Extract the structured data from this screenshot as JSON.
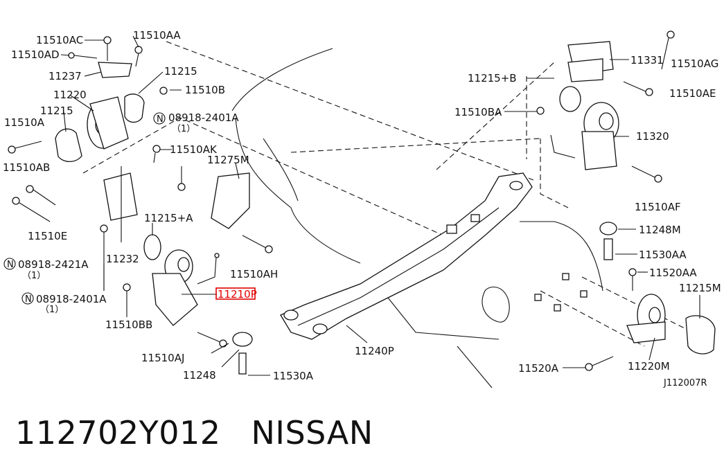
{
  "diagram": {
    "ref_code": "J112007R",
    "callouts": {
      "c11510AC": "11510AC",
      "c11510AD": "11510AD",
      "c11237": "11237",
      "c11510AA": "11510AA",
      "c11215a": "11215",
      "c11510B": "11510B",
      "c11220": "11220",
      "c11215b": "11215",
      "c08918_2401A_top": "08918-2401A",
      "c08918_2401A_top_qty": "（1）",
      "c11510A": "11510A",
      "c11510AK": "11510AK",
      "c11510AB": "11510AB",
      "c11275M": "11275M",
      "c11510E": "11510E",
      "c11215A": "11215+A",
      "c08918_2421A": "08918-2421A",
      "c08918_2421A_qty": "（1）",
      "c11232": "11232",
      "c11510AH": "11510AH",
      "c11210P": "11210P",
      "c08918_2401A_bot": "08918-2401A",
      "c08918_2401A_bot_qty": "（1）",
      "c11510BB": "11510BB",
      "c11510AJ": "11510AJ",
      "c11248": "11248",
      "c11530A": "11530A",
      "c11240P": "11240P",
      "c11331": "11331",
      "c11510AG": "11510AG",
      "c11215B": "11215+B",
      "c11510AE": "11510AE",
      "c11510BA": "11510BA",
      "c11320": "11320",
      "c11510AF": "11510AF",
      "c11248M": "11248M",
      "c11530AA": "11530AA",
      "c11520AA": "11520AA",
      "c11215M": "11215M",
      "c11520A": "11520A",
      "c11220M": "11220M"
    },
    "nut_symbol": "N",
    "highlight_color": "#e00000"
  },
  "footer": {
    "part_number": "112702Y012",
    "brand": "NISSAN"
  }
}
